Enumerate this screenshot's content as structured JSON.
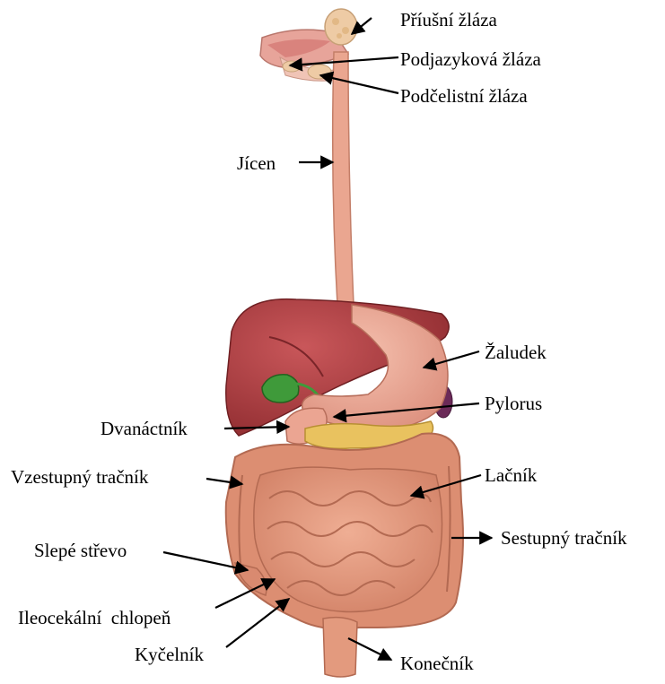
{
  "labels": {
    "priusni_zlaza": "Příušní žláza",
    "podjazykova_zlaza": "Podjazyková žláza",
    "podcelistni_zlaza": "Podčelistní žláza",
    "jicen": "Jícen",
    "zaludek": "Žaludek",
    "pylorus": "Pylorus",
    "dvanactnik": "Dvanáctník",
    "vzestupny_tracnik": "Vzestupný tračník",
    "lacnik": "Lačník",
    "sestupny_tracnik": "Sestupný tračník",
    "slepe_strevo": "Slepé střevo",
    "ileocekalni_chlopen": "Ileocekální  chlopeň",
    "kycelnik": "Kyčelník",
    "konecnik": "Konečník"
  },
  "colors": {
    "liver": "#a8363a",
    "intestine": "#e39a7e",
    "stomach": "#eba592",
    "gallbladder": "#3f9a3a",
    "pancreas": "#e9c25f",
    "spleen": "#6b2a58",
    "salivary": "#eec9a8",
    "arrow": "#000000"
  }
}
